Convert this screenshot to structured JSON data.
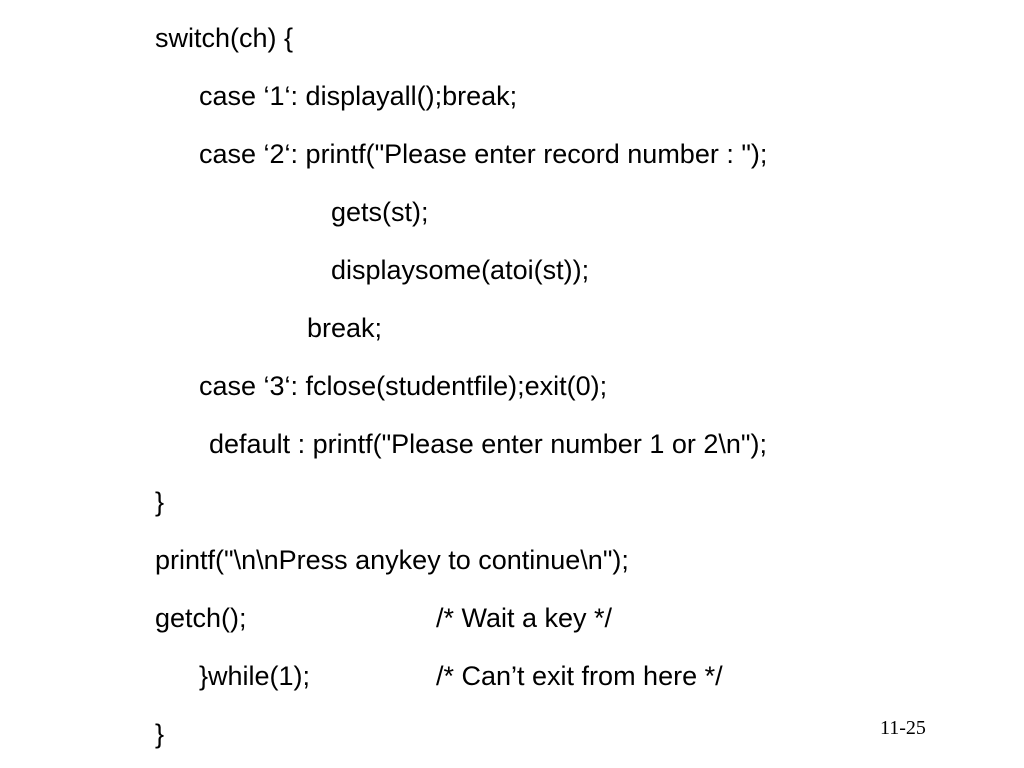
{
  "slide": {
    "code_lines": [
      "switch(ch) {",
      "case ‘1‘: displayall();break;",
      "case ‘2‘: printf(\"Please enter record number : \");",
      "gets(st);",
      "displaysome(atoi(st));",
      "break;",
      "case ‘3‘: fclose(studentfile);exit(0);",
      "default : printf(\"Please enter number 1 or 2\\n\");",
      "}",
      "printf(\"\\n\\nPress anykey to continue\\n\");",
      "getch();",
      "}while(1);",
      "}"
    ],
    "comments": [
      "/* Wait a key */",
      "/* Can’t exit from here */"
    ],
    "page_number": "11-25"
  }
}
